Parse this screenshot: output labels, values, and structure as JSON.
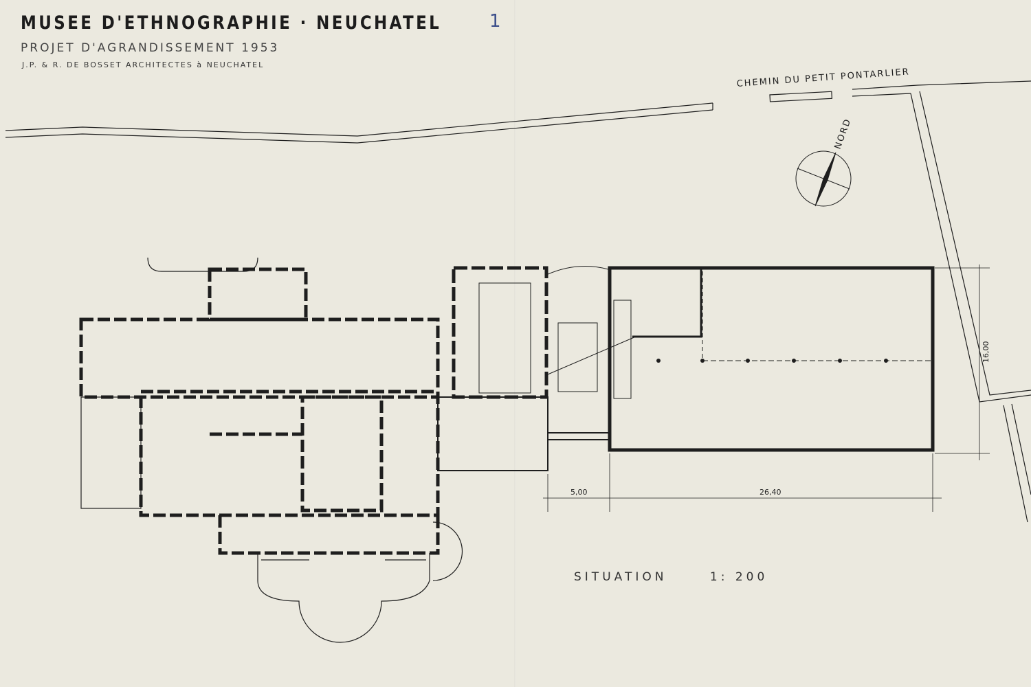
{
  "header": {
    "title": "MUSEE D'ETHNOGRAPHIE · NEUCHATEL",
    "subtitle": "PROJET D'AGRANDISSEMENT 1953",
    "architects": "J.P. & R. DE BOSSET   ARCHITECTES à NEUCHATEL",
    "sheet_number": "1"
  },
  "plan": {
    "street_label": "CHEMIN DU PETIT PONTARLIER",
    "north_label": "NORD",
    "dimensions": {
      "link_width": "5,00",
      "hall_length": "26,40",
      "hall_depth": "16,00"
    },
    "scale_label": "SITUATION",
    "scale": "1: 200"
  }
}
